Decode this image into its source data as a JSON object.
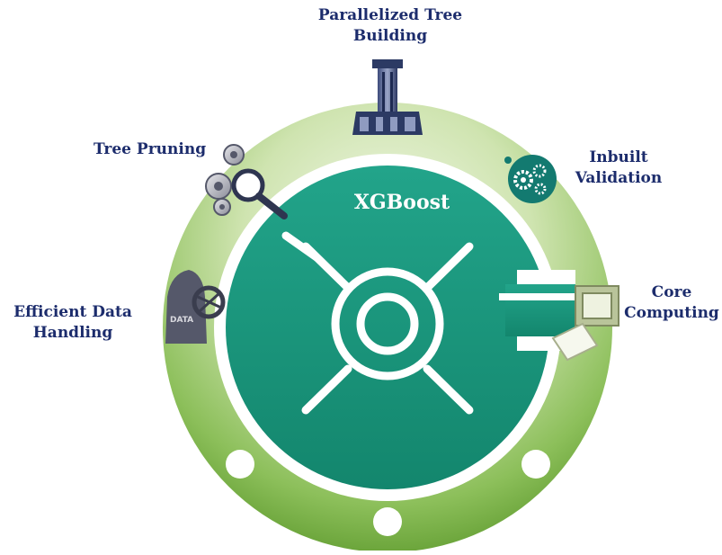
{
  "diagram": {
    "center_title": "XGBoost",
    "features": [
      {
        "id": "parallelized",
        "lines": [
          "Parallelized Tree",
          "Building"
        ]
      },
      {
        "id": "pruning",
        "lines": [
          "Tree Pruning"
        ]
      },
      {
        "id": "validation",
        "lines": [
          "Inbuilt",
          "Validation"
        ]
      },
      {
        "id": "efficient-data",
        "lines": [
          "Efficient Data",
          "Handling"
        ]
      },
      {
        "id": "core-computing",
        "lines": [
          "Core",
          "Computing"
        ]
      }
    ],
    "data_icon_text": "DATA",
    "colors": {
      "ring_light": "#e9f3da",
      "ring_dark": "#6fa73c",
      "core": "#1b9a80",
      "core_dark": "#14826b",
      "label": "#1c2c6c",
      "icon_navy": "#2c3a64",
      "icon_teal": "#137a70"
    }
  }
}
